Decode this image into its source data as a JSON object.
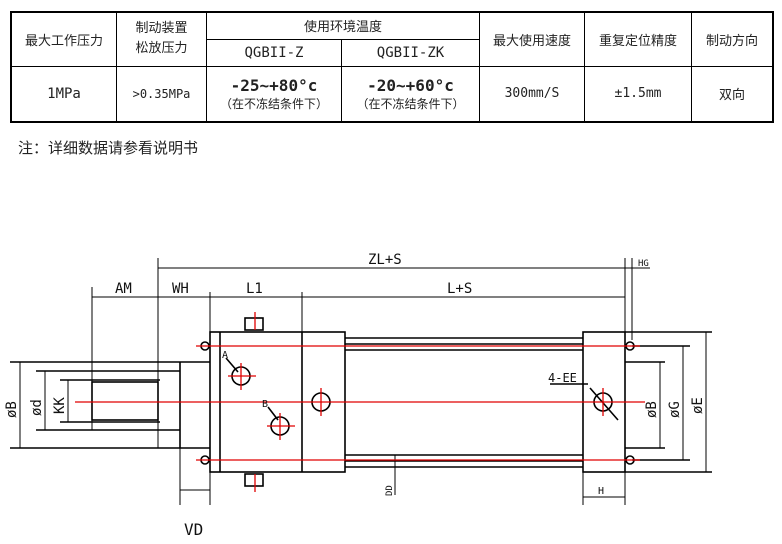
{
  "table": {
    "headers": {
      "max_pressure": "最大工作压力",
      "brake_release": "制动装置\n松放压力",
      "temp": "使用环境温度",
      "model_z": "QGBII-Z",
      "model_zk": "QGBII-ZK",
      "max_speed": "最大使用速度",
      "repeat_acc": "重复定位精度",
      "brake_dir": "制动方向"
    },
    "values": {
      "max_pressure": "1MPa",
      "brake_release": ">0.35MPa",
      "temp_z": "-25~+80°c",
      "temp_zk": "-20~+60°c",
      "temp_note": "（在不冻结条件下）",
      "max_speed": "300mm/S",
      "repeat_acc": "±1.5mm",
      "brake_dir": "双向"
    }
  },
  "note": "注：详细数据请参看说明书",
  "drawing": {
    "labels": {
      "zl": "ZL+S",
      "hg": "HG",
      "am": "AM",
      "wh": "WH",
      "l1": "L1",
      "ls": "L+S",
      "a": "A",
      "b": "B",
      "ee": "4-EE",
      "ob_left": "øB",
      "od": "ød",
      "kk": "KK",
      "ob_right": "øB",
      "og": "øG",
      "oe": "øE",
      "dd": "DD",
      "h": "H",
      "vd": "VD"
    },
    "colors": {
      "centerline": "#e00000",
      "line": "#000000"
    }
  }
}
